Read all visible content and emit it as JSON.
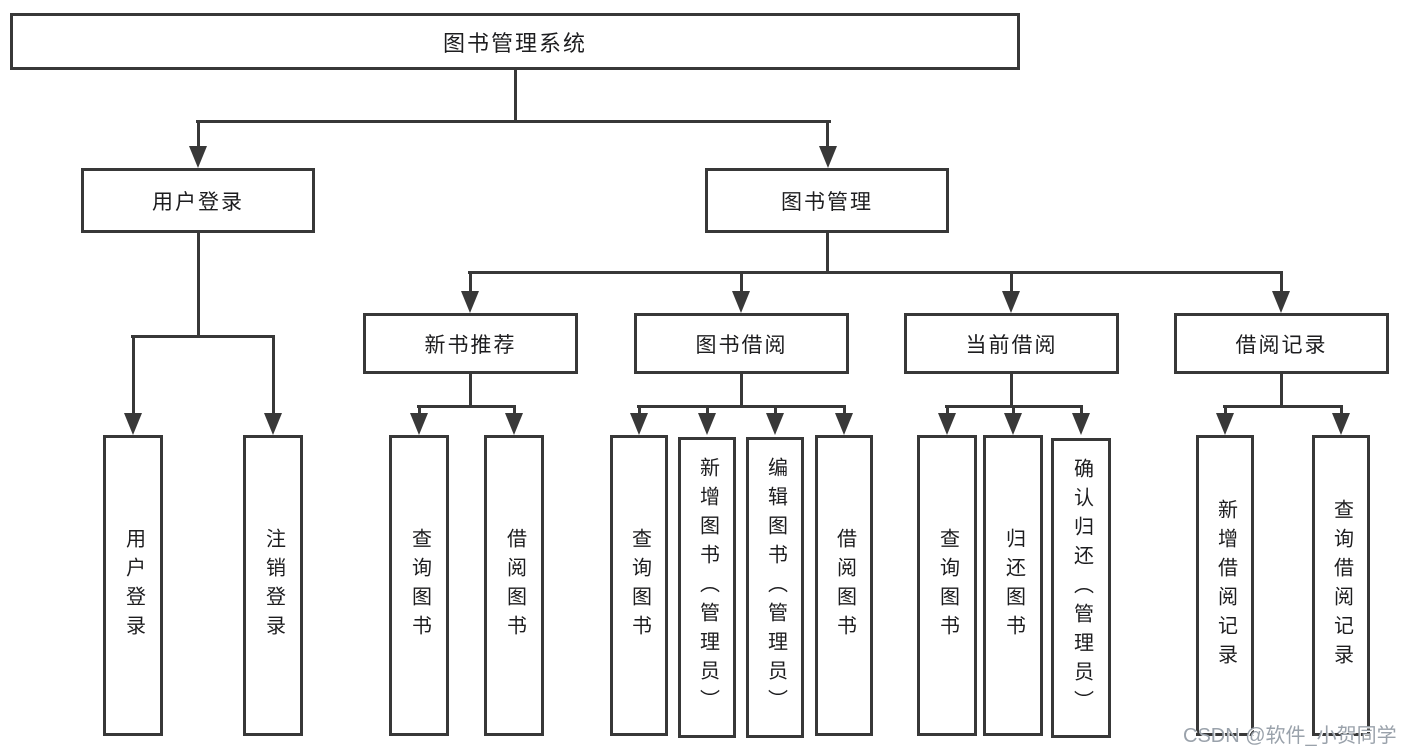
{
  "tree": {
    "label": "图书管理系统",
    "children": [
      {
        "label": "用户登录",
        "children": [
          {
            "label": "用户登录"
          },
          {
            "label": "注销登录"
          }
        ]
      },
      {
        "label": "图书管理",
        "children": [
          {
            "label": "新书推荐",
            "children": [
              {
                "label": "查询图书"
              },
              {
                "label": "借阅图书"
              }
            ]
          },
          {
            "label": "图书借阅",
            "children": [
              {
                "label": "查询图书"
              },
              {
                "label": "新增图书（管理员）"
              },
              {
                "label": "编辑图书（管理员）"
              },
              {
                "label": "借阅图书"
              }
            ]
          },
          {
            "label": "当前借阅",
            "children": [
              {
                "label": "查询图书"
              },
              {
                "label": "归还图书"
              },
              {
                "label": "确认归还（管理员）"
              }
            ]
          },
          {
            "label": "借阅记录",
            "children": [
              {
                "label": "新增借阅记录"
              },
              {
                "label": "查询借阅记录"
              }
            ]
          }
        ]
      }
    ]
  },
  "watermark": {
    "text": "CSDN @软件_小贺同学"
  },
  "colors": {
    "line": "#383838",
    "box_border": "#383838",
    "text": "#1d1d1f",
    "watermark": "#9aa2ab",
    "background": "#ffffff"
  }
}
